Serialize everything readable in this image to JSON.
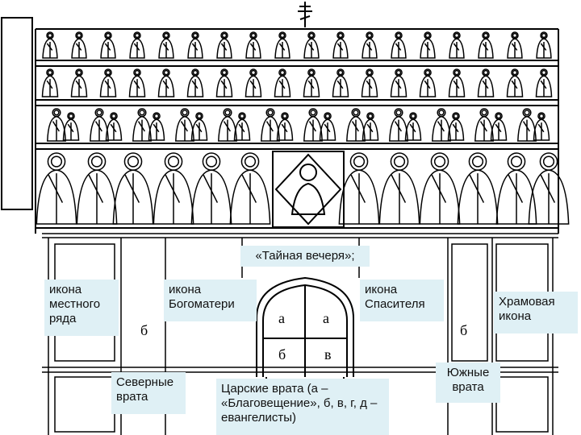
{
  "callouts": {
    "last_supper": "«Тайная вечеря»;",
    "local_rank_icon": "икона местного ряда",
    "theotokos_icon": "икона Богоматери",
    "savior_icon": "икона Спасителя",
    "temple_icon": "Храмовая икона",
    "north_doors": "Северные врата",
    "royal_doors": "Царские врата (а – «Благовещение», б, в, г, д – евангелисты)",
    "south_doors": "Южные врата"
  },
  "door_marks": {
    "a_left": "а",
    "a_right": "а",
    "b": "б",
    "v": "в",
    "g": "б",
    "d": "б"
  }
}
